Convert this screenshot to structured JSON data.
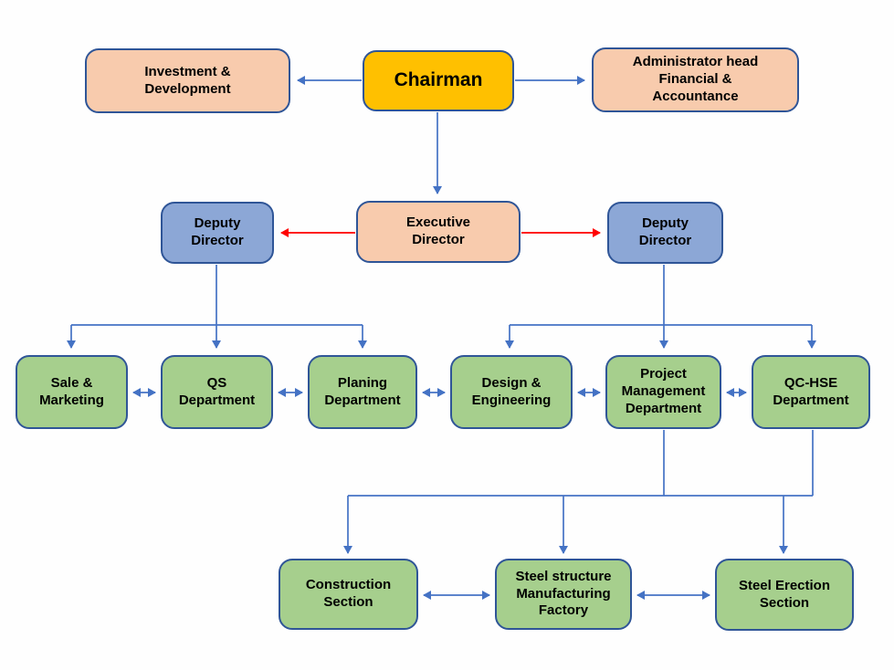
{
  "diagram_type": "organization-chart",
  "colors": {
    "gold": "#FFC000",
    "peach": "#F8CBAD",
    "blue": "#8CA7D6",
    "green": "#A6CF8D",
    "box_border": "#2F5597",
    "connector_blue": "#4472C4",
    "connector_red": "#FF0000",
    "text": "#000000",
    "background": "#FEFEFE"
  },
  "nodes": {
    "investment": {
      "label": "Investment &\nDevelopment"
    },
    "chairman": {
      "label": "Chairman"
    },
    "admin": {
      "label": "Administrator head\nFinancial &\nAccountance"
    },
    "deputy_left": {
      "label": "Deputy\nDirector"
    },
    "executive": {
      "label": "Executive\nDirector"
    },
    "deputy_right": {
      "label": "Deputy\nDirector"
    },
    "sale": {
      "label": "Sale &\nMarketing"
    },
    "qs": {
      "label": "QS\nDepartment"
    },
    "planing": {
      "label": "Planing\nDepartment"
    },
    "design": {
      "label": "Design &\nEngineering"
    },
    "pm": {
      "label": "Project\nManagement\nDepartment"
    },
    "qchse": {
      "label": "QC-HSE\nDepartment"
    },
    "construction": {
      "label": "Construction\nSection"
    },
    "steel_mfg": {
      "label": "Steel structure\nManufacturing\nFactory"
    },
    "steel_erection": {
      "label": "Steel Erection\nSection"
    }
  },
  "edges": [
    {
      "from": "Chairman",
      "to": "Investment & Development",
      "type": "arrow",
      "color": "blue"
    },
    {
      "from": "Chairman",
      "to": "Administrator head Financial & Accountance",
      "type": "arrow",
      "color": "blue"
    },
    {
      "from": "Chairman",
      "to": "Executive Director",
      "type": "arrow",
      "color": "blue"
    },
    {
      "from": "Executive Director",
      "to": "Deputy Director (left)",
      "type": "arrow",
      "color": "red"
    },
    {
      "from": "Executive Director",
      "to": "Deputy Director (right)",
      "type": "arrow",
      "color": "red"
    },
    {
      "from": "Deputy Director (left)",
      "to": "Sale & Marketing",
      "type": "arrow",
      "color": "blue"
    },
    {
      "from": "Deputy Director (left)",
      "to": "QS Department",
      "type": "arrow",
      "color": "blue"
    },
    {
      "from": "Deputy Director (left)",
      "to": "Planing Department",
      "type": "arrow",
      "color": "blue"
    },
    {
      "from": "Deputy Director (right)",
      "to": "Design & Engineering",
      "type": "arrow",
      "color": "blue"
    },
    {
      "from": "Deputy Director (right)",
      "to": "Project Management Department",
      "type": "arrow",
      "color": "blue"
    },
    {
      "from": "Deputy Director (right)",
      "to": "QC-HSE Department",
      "type": "arrow",
      "color": "blue"
    },
    {
      "from": "Sale & Marketing",
      "to": "QS Department",
      "type": "double-arrow",
      "color": "blue"
    },
    {
      "from": "QS Department",
      "to": "Planing Department",
      "type": "double-arrow",
      "color": "blue"
    },
    {
      "from": "Planing Department",
      "to": "Design & Engineering",
      "type": "double-arrow",
      "color": "blue"
    },
    {
      "from": "Design & Engineering",
      "to": "Project Management Department",
      "type": "double-arrow",
      "color": "blue"
    },
    {
      "from": "Project Management Department",
      "to": "QC-HSE Department",
      "type": "double-arrow",
      "color": "blue"
    },
    {
      "from": "Project Management Department",
      "to": "Construction Section",
      "type": "arrow",
      "color": "blue"
    },
    {
      "from": "Project Management Department",
      "to": "Steel structure Manufacturing Factory",
      "type": "arrow",
      "color": "blue"
    },
    {
      "from": "Project Management Department",
      "to": "Steel Erection Section",
      "type": "arrow",
      "color": "blue"
    },
    {
      "from": "QC-HSE Department",
      "to": "bottom sections bus",
      "type": "line",
      "color": "blue"
    },
    {
      "from": "Construction Section",
      "to": "Steel structure Manufacturing Factory",
      "type": "double-arrow",
      "color": "blue"
    },
    {
      "from": "Steel structure Manufacturing Factory",
      "to": "Steel Erection Section",
      "type": "double-arrow",
      "color": "blue"
    }
  ]
}
